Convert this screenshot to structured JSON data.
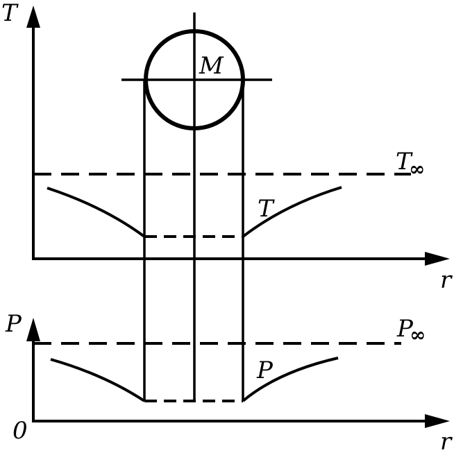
{
  "top_plot": {
    "y_axis_label": "T",
    "x_axis_label": "r",
    "dashed_level_label": "T",
    "dashed_level_subscript": "∞",
    "curve_label": "T"
  },
  "sphere": {
    "label": "M"
  },
  "bottom_plot": {
    "y_axis_label": "P",
    "x_axis_label": "r",
    "origin_label": "0",
    "dashed_level_label": "P",
    "dashed_level_subscript": "∞",
    "curve_label": "P"
  }
}
